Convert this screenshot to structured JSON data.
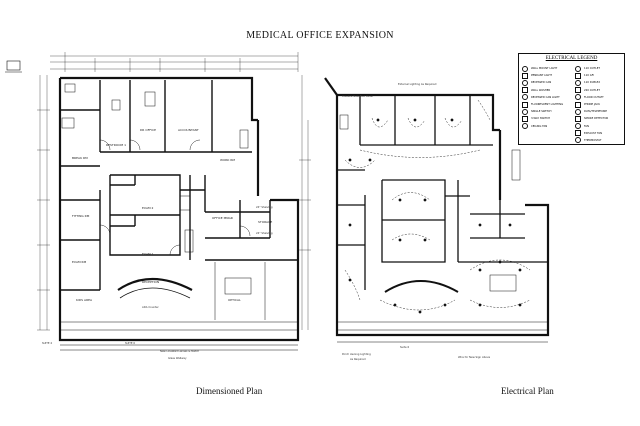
{
  "sheet": {
    "title": "MEDICAL OFFICE EXPANSION",
    "left_caption": "Dimensioned Plan",
    "right_caption": "Electrical Plan"
  },
  "dimensioned_plan": {
    "rooms": {
      "restroom": "RESTROOM 1",
      "dr_office": "DR OFFICE",
      "accountant": "ACCOUNTANT",
      "break_rm": "BREAK RM",
      "work_rm": "WORK RM",
      "exam_2": "EXAM 2",
      "exam_1": "EXAM 1",
      "exam_rm": "EXAM RM",
      "fitting_rm": "FITTING RM",
      "reception": "RECEPTION",
      "kids_area": "KIDS AREA",
      "optical": "OPTICAL",
      "office_mngr": "OFFICE MNGR",
      "storage": "STORAGE"
    },
    "notes": {
      "suite_left": "SUITE 4",
      "suite_right": "SUITE 6",
      "bottom_note_1": "New Lineated Lenses & Match",
      "bottom_note_2": "Glass Wallway",
      "counter": "ADA Counter",
      "shelving_1": "24\" Shelving",
      "shelving_2": "24\" Shelving"
    }
  },
  "electrical_plan": {
    "notes": {
      "elec_panel": "Possible New Elec Panel",
      "ext_lighting": "External Lighting As Required",
      "porch": "Porch Awning Lighting",
      "porch_2": "As Required",
      "sign": "Wire for New Sign Above",
      "suite": "Suite 6"
    }
  },
  "legend": {
    "title": "ELECTRICAL LEGEND",
    "left_items": [
      "WALL MOUNT LIGHT",
      "PENDANT LIGHT",
      "RECESSED CAN",
      "WALL WASHER",
      "RECESSED CAN LIGHT",
      "FLUORESCENT LIGHTING",
      "SINGLE SWITCH",
      "3-WAY SWITCH",
      "CEILING FAN"
    ],
    "right_items": [
      "110 OUTLET",
      "110 GFI",
      "110 DUPLEX",
      "220 OUTLET",
      "FLOOR OUTLET",
      "PHONE JACK",
      "DATA/TELEPHONE",
      "SMOKE DETECTOR",
      "FAN",
      "EXHAUST FAN",
      "THERMOSTAT"
    ]
  }
}
